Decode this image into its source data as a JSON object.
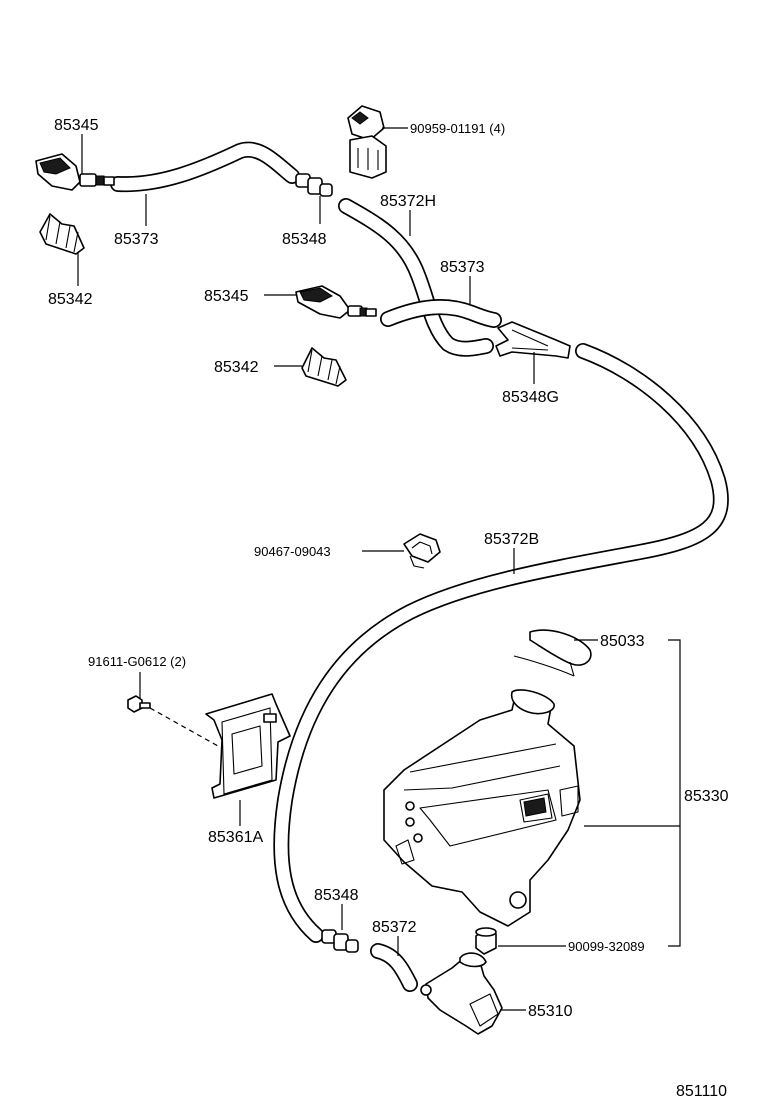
{
  "diagram_id": "851110",
  "labels": {
    "nozzle_top_left": "85345",
    "hose_top_left": "85373",
    "bracket_top_left": "85342",
    "clip_top": "90959-01191 (4)",
    "joint_top": "85348",
    "hose_long_h": "85372H",
    "hose_mid": "85373",
    "nozzle_mid": "85345",
    "bracket_mid": "85342",
    "joint_three_way": "85348G",
    "clamp_mid": "90467-09043",
    "hose_long_b": "85372B",
    "bolt": "91611-G0612 (2)",
    "tank_bracket": "85361A",
    "cap": "85033",
    "tank_assy": "85330",
    "joint_bottom": "85348",
    "hose_bottom": "85372",
    "grommet": "90099-32089",
    "pump": "85310"
  }
}
